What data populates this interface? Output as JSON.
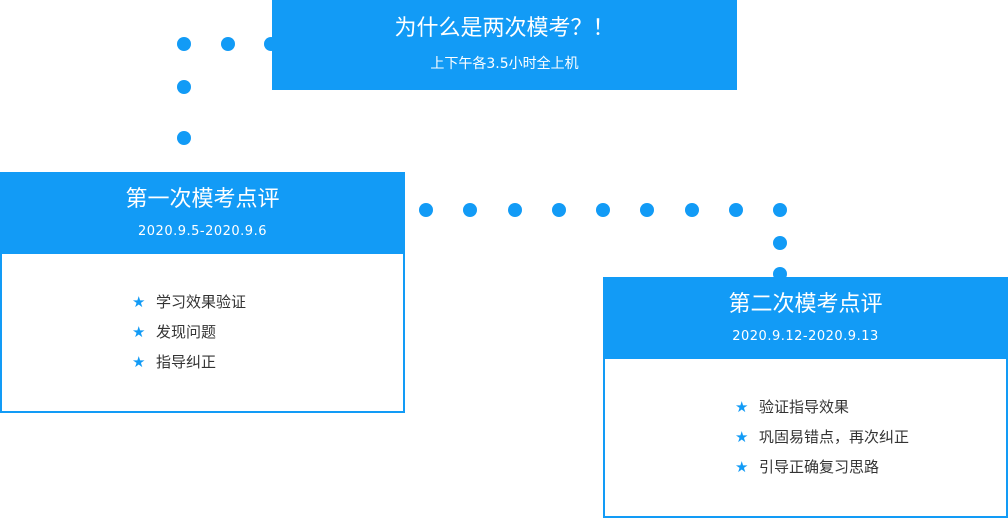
{
  "header": {
    "title": "为什么是两次模考？！",
    "subtitle": "上下午各3.5小时全上机"
  },
  "card1": {
    "title": "第一次模考点评",
    "date": "2020.9.5-2020.9.6",
    "items": [
      "学习效果验证",
      "发现问题",
      "指导纠正"
    ]
  },
  "card2": {
    "title": "第二次模考点评",
    "date": "2020.9.12-2020.9.13",
    "items": [
      "验证指导效果",
      "巩固易错点，再次纠正",
      "引导正确复习思路"
    ]
  },
  "bullet_icon": "star-icon",
  "colors": {
    "accent": "#129bf6",
    "text": "#333333"
  }
}
